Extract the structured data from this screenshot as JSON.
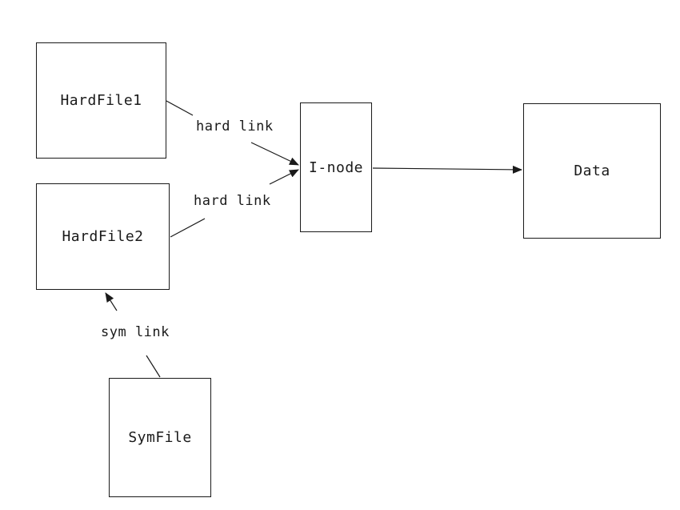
{
  "diagram": {
    "type": "filesystem-link-diagram",
    "colors": {
      "background": "#ffffff",
      "line": "#1a1a1a",
      "box_border": "#1a1a1a",
      "text": "#1a1a1a"
    },
    "nodes": {
      "hardfile1": {
        "label": "HardFile1"
      },
      "hardfile2": {
        "label": "HardFile2"
      },
      "inode": {
        "label": "I-node"
      },
      "data": {
        "label": "Data"
      },
      "symfile": {
        "label": "SymFile"
      }
    },
    "edges": {
      "hardlink1": {
        "label": "hard link",
        "from": "HardFile1",
        "to": "I-node"
      },
      "hardlink2": {
        "label": "hard link",
        "from": "HardFile2",
        "to": "I-node"
      },
      "inode_data": {
        "label": "",
        "from": "I-node",
        "to": "Data"
      },
      "symlink": {
        "label": "sym link",
        "from": "SymFile",
        "to": "HardFile2"
      }
    }
  }
}
